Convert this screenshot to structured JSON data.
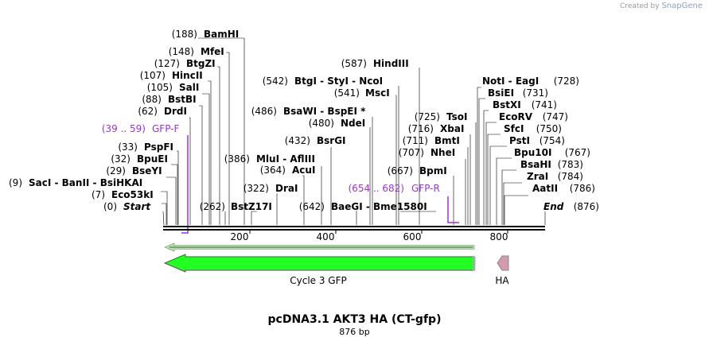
{
  "brand": {
    "prefix": "Created by",
    "name": "SnapGene"
  },
  "title": "pcDNA3.1 AKT3 HA (CT-gfp)",
  "length_label": "876 bp",
  "sites": [
    {
      "pos": "(188)",
      "name": "BamHI"
    },
    {
      "pos": "(148)",
      "name": "MfeI"
    },
    {
      "pos": "(127)",
      "name": "BtgZI"
    },
    {
      "pos": "(107)",
      "name": "HincII"
    },
    {
      "pos": "(105)",
      "name": "SalI"
    },
    {
      "pos": "(88)",
      "name": "BstBI"
    },
    {
      "pos": "(62)",
      "name": "DrdI"
    },
    {
      "pos": "(33)",
      "name": "PspFI"
    },
    {
      "pos": "(32)",
      "name": "BpuEI"
    },
    {
      "pos": "(29)",
      "name": "BseYI"
    },
    {
      "pos": "(9)",
      "name": "SacI  -  BanII  -  BsiHKAI"
    },
    {
      "pos": "(7)",
      "name": "Eco53kI"
    },
    {
      "pos": "(0)",
      "name": "Start"
    },
    {
      "pos": "(262)",
      "name": "BstZ17I"
    },
    {
      "pos": "(322)",
      "name": "DraI"
    },
    {
      "pos": "(364)",
      "name": "AcuI"
    },
    {
      "pos": "(386)",
      "name": "MluI  -  AflIII"
    },
    {
      "pos": "(432)",
      "name": "BsrGI"
    },
    {
      "pos": "(480)",
      "name": "NdeI"
    },
    {
      "pos": "(486)",
      "name": "BsaWI  -  BspEI *"
    },
    {
      "pos": "(541)",
      "name": "MscI"
    },
    {
      "pos": "(542)",
      "name": "BtgI  -  StyI  -  NcoI"
    },
    {
      "pos": "(587)",
      "name": "HindIII"
    },
    {
      "pos": "(642)",
      "name": "BaeGI  -  Bme1580I"
    },
    {
      "pos": "(667)",
      "name": "BpmI"
    },
    {
      "pos": "(707)",
      "name": "NheI"
    },
    {
      "pos": "(711)",
      "name": "BmtI"
    },
    {
      "pos": "(716)",
      "name": "XbaI"
    },
    {
      "pos": "(725)",
      "name": "TsoI"
    },
    {
      "pos": "(728)",
      "name": "NotI  -  EagI"
    },
    {
      "pos": "(731)",
      "name": "BsiEI"
    },
    {
      "pos": "(741)",
      "name": "BstXI"
    },
    {
      "pos": "(747)",
      "name": "EcoRV"
    },
    {
      "pos": "(750)",
      "name": "SfcI"
    },
    {
      "pos": "(754)",
      "name": "PstI"
    },
    {
      "pos": "(767)",
      "name": "Bpu10I"
    },
    {
      "pos": "(783)",
      "name": "BsaHI"
    },
    {
      "pos": "(784)",
      "name": "ZraI"
    },
    {
      "pos": "(786)",
      "name": "AatII"
    },
    {
      "pos": "(876)",
      "name": "End"
    }
  ],
  "primers": [
    {
      "range": "(39 .. 59)",
      "name": "GFP-F"
    },
    {
      "range": "(654 .. 682)",
      "name": "GFP-R"
    }
  ],
  "ruler": [
    "200",
    "400",
    "600",
    "800"
  ],
  "features": [
    {
      "name": "Cycle 3 GFP",
      "color": "#22ff22"
    },
    {
      "name": "HA",
      "color": "#d49aae"
    }
  ],
  "colors": {
    "primer": "#a030d8",
    "orf": "#b8e0b0"
  }
}
